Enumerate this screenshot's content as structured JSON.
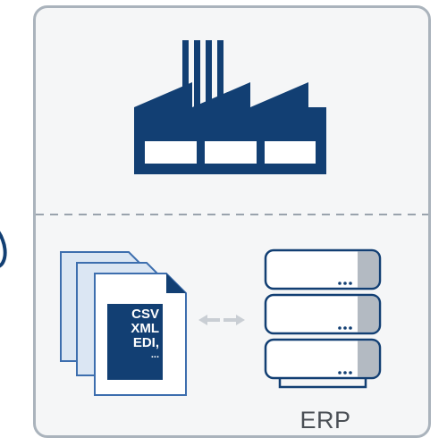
{
  "documents": {
    "formats": [
      "CSV",
      "XML",
      "EDI,",
      "..."
    ]
  },
  "erp": {
    "label": "ERP"
  },
  "colors": {
    "brand_blue": "#123f73",
    "mid_blue": "#3d6eae",
    "light_blue": "#dbe6f3",
    "panel_border": "#aab3bc",
    "panel_bg": "#f5f6f7",
    "server_side": "#b3bac2",
    "divider": "#9aa3ad"
  },
  "icons": [
    "factory-icon",
    "document-stack-icon",
    "sync-arrows-icon",
    "server-stack-icon"
  ]
}
